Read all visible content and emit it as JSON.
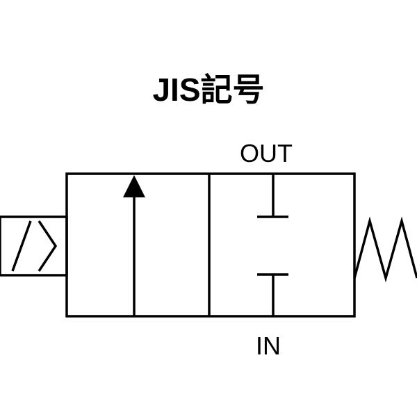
{
  "title": "JIS記号",
  "ports": {
    "out_label": "OUT",
    "in_label": "IN"
  },
  "colors": {
    "line": "#000000",
    "background": "#ffffff"
  }
}
